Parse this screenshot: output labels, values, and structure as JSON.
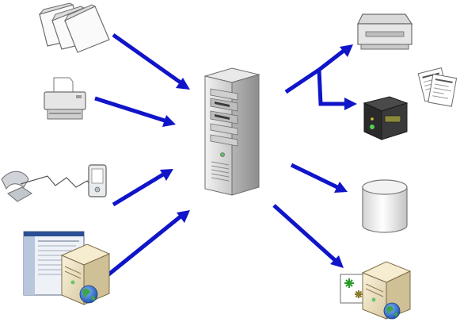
{
  "diagram": {
    "caption": "",
    "colors": {
      "arrow": "#1015c8",
      "background": "#ffffff",
      "server_body": "#d9d9d9",
      "drive_bay": "#bfbfbf",
      "printer_body": "#e6e6e6",
      "scanner_body": "#2a2a2a",
      "scanner_light": "#4fd14f",
      "database": "#e9e9e9",
      "globe": "#2b6fc7",
      "globe_land": "#3fa34a"
    },
    "nodes": [
      {
        "id": "documents",
        "icon": "documents-icon"
      },
      {
        "id": "printer-input",
        "icon": "printer-icon"
      },
      {
        "id": "phone-pda",
        "icon": "phone-pda-icon"
      },
      {
        "id": "web-app-server",
        "icon": "web-app-server-icon"
      },
      {
        "id": "central-server",
        "icon": "server-tower-icon"
      },
      {
        "id": "printer-output",
        "icon": "printer-icon"
      },
      {
        "id": "printed-pages",
        "icon": "printed-pages-icon"
      },
      {
        "id": "card-reader",
        "icon": "card-reader-icon"
      },
      {
        "id": "database",
        "icon": "database-cylinder-icon"
      },
      {
        "id": "web-server-output",
        "icon": "web-server-icon"
      }
    ],
    "connections": [
      {
        "from": "documents",
        "to": "central-server",
        "direction": "in"
      },
      {
        "from": "printer-input",
        "to": "central-server",
        "direction": "in"
      },
      {
        "from": "phone-pda",
        "to": "central-server",
        "direction": "in"
      },
      {
        "from": "web-app-server",
        "to": "central-server",
        "direction": "in"
      },
      {
        "from": "central-server",
        "to": "printer-output",
        "direction": "out"
      },
      {
        "from": "central-server",
        "to": "card-reader",
        "direction": "out"
      },
      {
        "from": "central-server",
        "to": "database",
        "direction": "out"
      },
      {
        "from": "central-server",
        "to": "web-server-output",
        "direction": "out"
      }
    ]
  }
}
